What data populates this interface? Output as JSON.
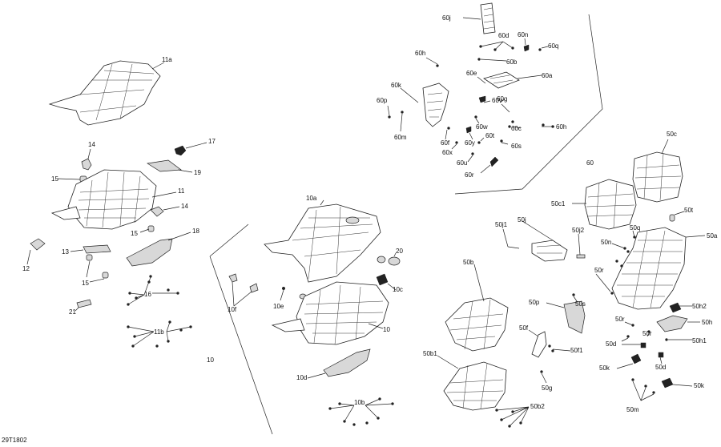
{
  "diagram_code": "29T1802",
  "labels": {
    "l11a": "11a",
    "l17": "17",
    "l14a": "14",
    "l19": "19",
    "l15a": "15",
    "l11": "11",
    "l14b": "14",
    "l15b": "15",
    "l18": "18",
    "l12": "12",
    "l13": "13",
    "l15c": "15",
    "l16": "16",
    "l21": "21",
    "l11b": "11b",
    "l10a": "10a",
    "l20": "20",
    "l10c": "10c",
    "l10e": "10e",
    "l10f": "10f",
    "l10": "10",
    "l10b": "10",
    "l10d": "10d",
    "l10bb": "10b",
    "l60j": "60j",
    "l60d": "60d",
    "l60n": "60n",
    "l60q": "60q",
    "l60h1": "60h",
    "l60b": "60b",
    "l60e": "60e",
    "l60a": "60a",
    "l60k": "60k",
    "l60p": "60p",
    "l60v": "60v",
    "l60g": "60g",
    "l60m": "60m",
    "l60w": "60w",
    "l60c": "60c",
    "l60h2": "60h",
    "l60f": "60f",
    "l60y": "60y",
    "l60t": "60t",
    "l60x": "60x",
    "l60s": "60s",
    "l60u": "60u",
    "l60r": "60r",
    "l60": "60",
    "l50c": "50c",
    "l50c1": "50c1",
    "l50t": "50t",
    "l50j1": "50j1",
    "l50j": "50j",
    "l50j2": "50j2",
    "l50q": "50q",
    "l50a": "50a",
    "l50n": "50n",
    "l50b": "50b",
    "l50r1": "50r",
    "l50p": "50p",
    "l50s": "50s",
    "l50h2": "50h2",
    "l50h": "50h",
    "l50r2": "50r",
    "l50r3": "50r",
    "l50d1": "50d",
    "l50f": "50f",
    "l50h1": "50h1",
    "l50f1": "50f1",
    "l50b1": "50b1",
    "l50k1": "50k",
    "l50d2": "50d",
    "l50g": "50g",
    "l50k2": "50k",
    "l50b2": "50b2",
    "l50m": "50m"
  }
}
